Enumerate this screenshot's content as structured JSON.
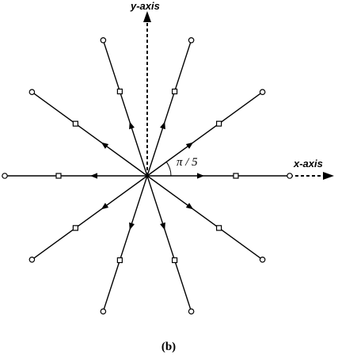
{
  "figure": {
    "caption": "(b)",
    "y_axis_label": "y-axis",
    "x_axis_label": "x-axis",
    "angle_label": "π / 5"
  },
  "diagram": {
    "ray_count": 10,
    "angle_step": "π/5",
    "marker_types": [
      "open-circle",
      "open-square",
      "arrowhead"
    ]
  },
  "colors": {
    "line": "#000000",
    "background": "#ffffff"
  }
}
